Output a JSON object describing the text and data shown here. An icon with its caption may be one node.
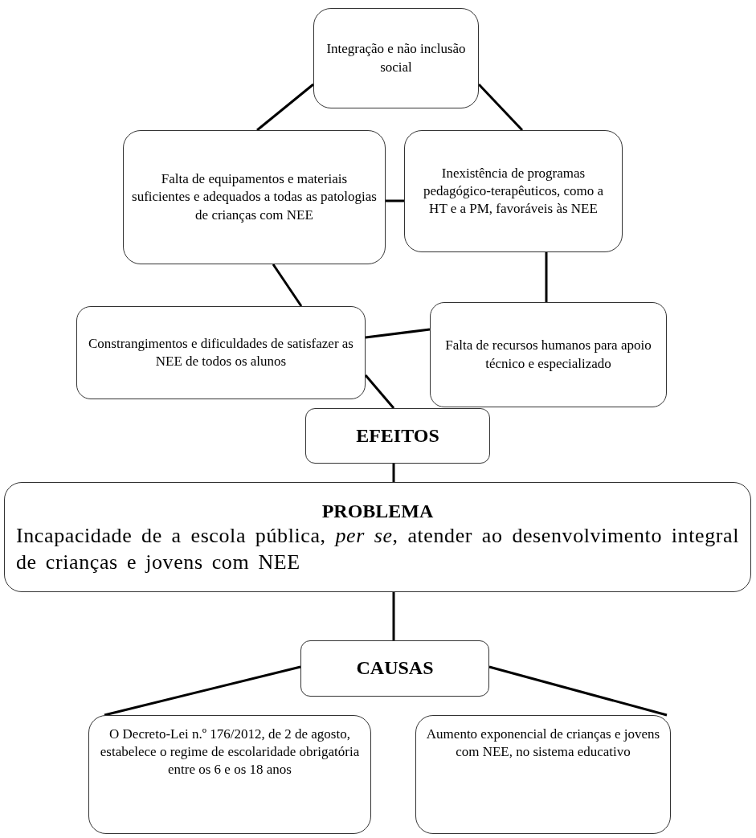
{
  "diagram": {
    "nodes": [
      {
        "text": [
          "Integração e não inclusão social"
        ]
      },
      {
        "text": [
          "Falta de equipamentos e materiais suficientes e adequados a todas as patologias de crianças com NEE"
        ]
      },
      {
        "text": [
          "Inexistência de programas pedagógico-terapêuticos, como a HT e a PM, favoráveis às NEE"
        ]
      },
      {
        "text": [
          "Constrangimentos e dificuldades de satisfazer as NEE de todos os alunos"
        ]
      },
      {
        "text": [
          "Falta de recursos humanos para apoio técnico e especializado"
        ]
      },
      {
        "text": [
          "EFEITOS"
        ]
      },
      {
        "text": [
          "PROBLEMA",
          "Incapacidade de a escola pública, *per se*, atender ao desenvolvimento integral de crianças e jovens com NEE"
        ]
      },
      {
        "text": [
          "CAUSAS"
        ]
      },
      {
        "text": [
          "O Decreto-Lei n.º 176/2012, de 2 de agosto, estabelece o regime de escolaridade obrigatória entre os 6 e os 18 anos"
        ]
      },
      {
        "text": [
          "Aumento exponencial de crianças e jovens com NEE, no sistema educativo"
        ]
      }
    ],
    "edges": [
      {
        "from": 0,
        "to": 1,
        "arrow": "none"
      },
      {
        "from": 0,
        "to": 2,
        "arrow": "none"
      },
      {
        "from": 1,
        "to": 2,
        "arrow": "none"
      },
      {
        "from": 1,
        "to": 3,
        "arrow": "none"
      },
      {
        "from": 2,
        "to": 4,
        "arrow": "none"
      },
      {
        "from": 3,
        "to": 4,
        "arrow": "none"
      },
      {
        "from": 3,
        "to": 5,
        "arrow": "none"
      },
      {
        "from": 5,
        "to": 6,
        "arrow": "none"
      },
      {
        "from": 6,
        "to": 7,
        "arrow": "none"
      },
      {
        "from": 7,
        "to": 8,
        "arrow": "none"
      },
      {
        "from": 7,
        "to": 9,
        "arrow": "none"
      }
    ]
  }
}
